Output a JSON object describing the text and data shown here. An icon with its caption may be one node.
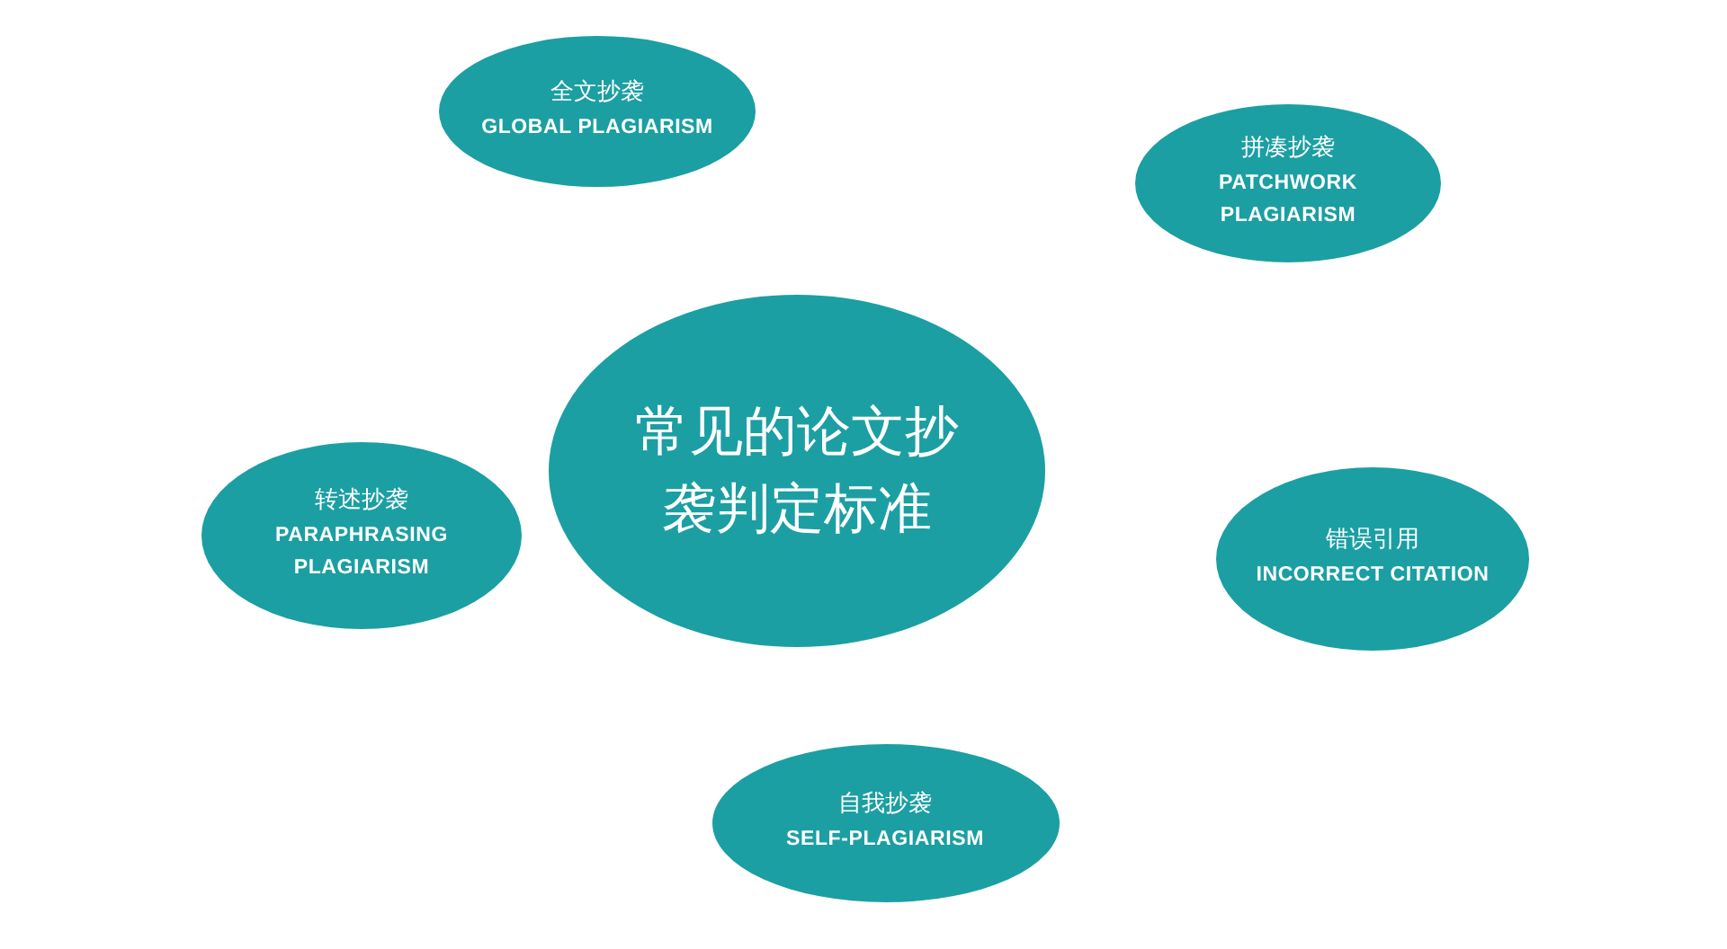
{
  "diagram": {
    "nodes": [
      {
        "text": [
          "常见的论文抄袭判定标准"
        ]
      },
      {
        "text": [
          "全文抄袭",
          "GLOBAL PLAGIARISM"
        ]
      },
      {
        "text": [
          "拼凑抄袭",
          "PATCHWORK PLAGIARISM"
        ]
      },
      {
        "text": [
          "转述抄袭",
          "PARAPHRASING PLAGIARISM"
        ]
      },
      {
        "text": [
          "错误引用",
          "INCORRECT CITATION"
        ]
      },
      {
        "text": [
          "自我抄袭",
          "SELF-PLAGIARISM"
        ]
      }
    ]
  }
}
